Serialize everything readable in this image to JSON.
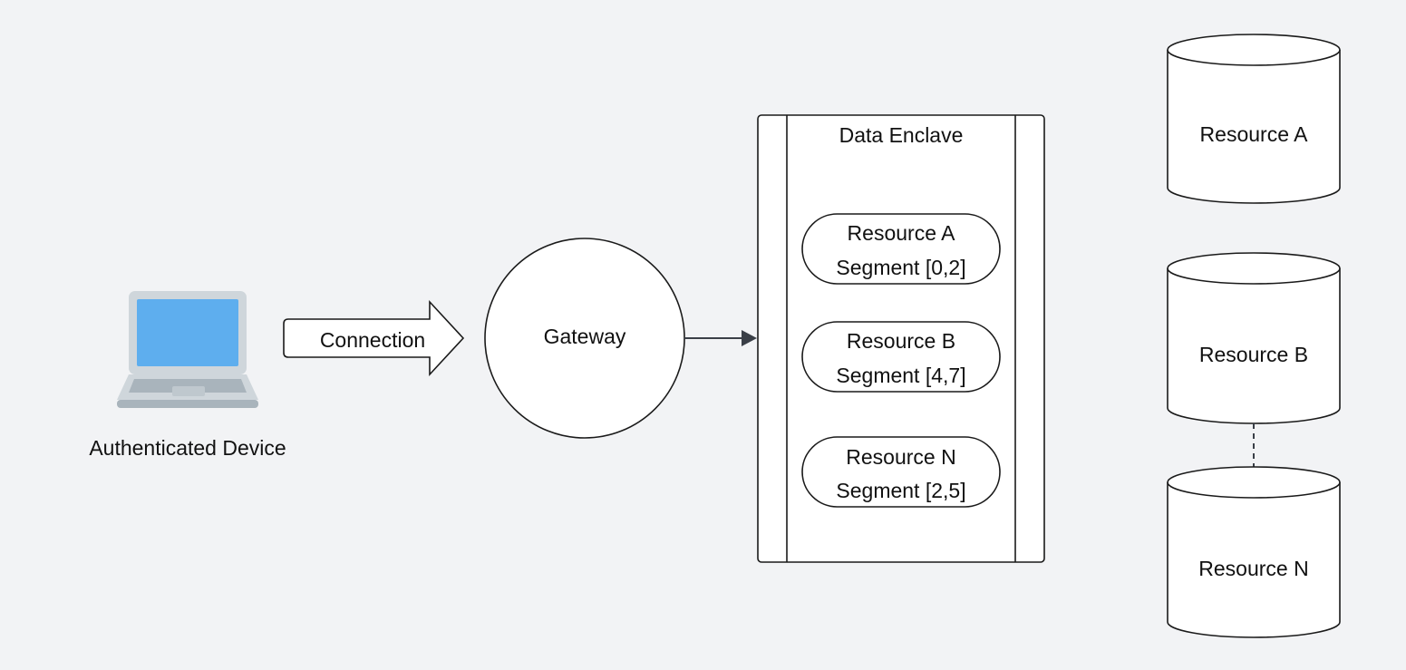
{
  "device": {
    "label": "Authenticated Device",
    "icon": "laptop-icon",
    "colors": {
      "body": "#cfd6db",
      "screen": "#5eaeee",
      "keyboard": "#a9b4bc"
    }
  },
  "connection": {
    "label": "Connection"
  },
  "gateway": {
    "label": "Gateway"
  },
  "enclave": {
    "title": "Data Enclave",
    "segments": [
      {
        "line1": "Resource A",
        "line2": "Segment [0,2]"
      },
      {
        "line1": "Resource B",
        "line2": "Segment [4,7]"
      },
      {
        "line1": "Resource N",
        "line2": "Segment [2,5]"
      }
    ]
  },
  "resources": [
    {
      "label": "Resource A"
    },
    {
      "label": "Resource B"
    },
    {
      "label": "Resource N"
    }
  ],
  "colors": {
    "background": "#f2f3f5",
    "shape_fill": "#ffffff",
    "stroke": "#1a1a1a",
    "arrow": "#3a3f47"
  }
}
